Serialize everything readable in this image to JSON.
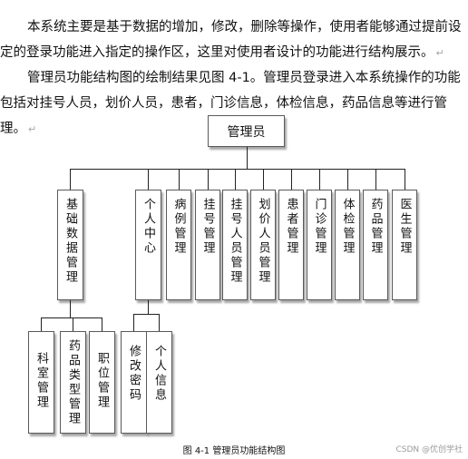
{
  "paragraphs": [
    "本系统主要是基于数据的增加，修改，删除等操作，使用者能够通过提前设定的登录功能进入指定的操作区，这里对使用者设计的功能进行结构展示。",
    "管理员功能结构图的绘制结果见图 4-1。管理员登录进入本系统操作的功能包括对挂号人员，划价人员，患者，门诊信息，体检信息，药品信息等进行管理。"
  ],
  "para_mark": "↵",
  "diagram": {
    "root": "管理员",
    "level1": [
      "基础数据管理",
      "个人中心",
      "病例管理",
      "挂号管理",
      "挂号人员管理",
      "划价人员管理",
      "患者管理",
      "门诊管理",
      "体检管理",
      "药品管理",
      "医生管理"
    ],
    "basic_children": [
      "科室管理",
      "药品类型管理",
      "职位管理"
    ],
    "personal_children": [
      "修改密码",
      "个人信息"
    ]
  },
  "caption": "图 4-1  管理员功能结构图",
  "watermark": "CSDN @优创学社"
}
